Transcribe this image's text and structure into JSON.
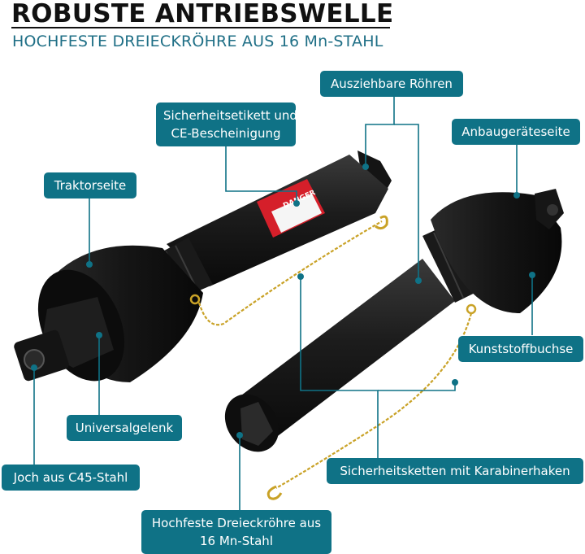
{
  "header": {
    "title": "ROBUSTE ANTRIEBSWELLE",
    "subtitle": "HOCHFESTE DREIECKRÖHRE AUS 16 Mn-STAHL"
  },
  "labels": {
    "tubes": "Ausziehbare Röhren",
    "safety_label_line1": "Sicherheitsetikett und",
    "safety_label_line2": "CE-Bescheinigung",
    "implement_side": "Anbaugeräteseite",
    "tractor_side": "Traktorseite",
    "plastic_bushing": "Kunststoffbuchse",
    "universal_joint": "Universalgelenk",
    "yoke": "Joch aus C45-Stahl",
    "safety_chains": "Sicherheitsketten mit Karabinerhaken",
    "triangle_tube_line1": "Hochfeste Dreieckröhre aus",
    "triangle_tube_line2": "16 Mn-Stahl"
  },
  "sticker": {
    "warning": "DANGER"
  },
  "colors": {
    "accent": "#0f7286",
    "title": "#111111",
    "subtitle": "#1f6f86",
    "chain": "#c9a227",
    "sticker_red": "#d51f2a"
  }
}
